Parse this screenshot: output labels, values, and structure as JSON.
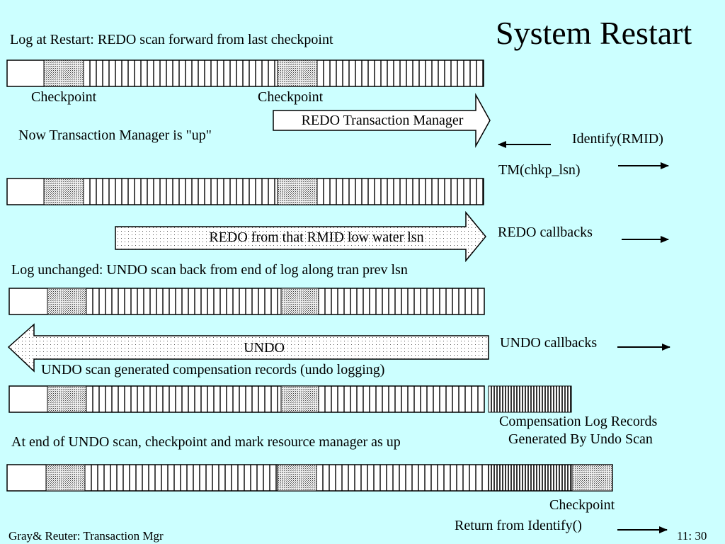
{
  "slide": {
    "title": "System Restart",
    "footer_left": "Gray& Reuter: Transaction Mgr",
    "footer_right": "11: 30"
  },
  "captions": {
    "log_at_restart": "Log at Restart: REDO scan forward from last checkpoint",
    "tm_up": "Now Transaction Manager is \"up\"",
    "log_unchanged": "Log unchanged: UNDO scan back from end of log along tran  prev lsn",
    "undo_generated": "UNDO scan generated compensation records (undo logging)",
    "end_of_undo": "At end of UNDO scan, checkpoint and mark resource manager as up"
  },
  "log_labels": {
    "checkpoint_1": "Checkpoint",
    "checkpoint_2": "Checkpoint",
    "checkpoint_final": "Checkpoint",
    "compensation_line1": "Compensation Log Records",
    "compensation_line2": "Generated By Undo Scan"
  },
  "arrows": {
    "redo_tm": "REDO Transaction Manager",
    "redo_rmid": "REDO from that RMID low water lsn",
    "undo": "UNDO"
  },
  "calls": {
    "identify": "Identify(RMID)",
    "tm_chkp": "TM(chkp_lsn)",
    "redo_callbacks": "REDO callbacks",
    "undo_callbacks": "UNDO callbacks",
    "return_identify": "Return from Identify()"
  }
}
